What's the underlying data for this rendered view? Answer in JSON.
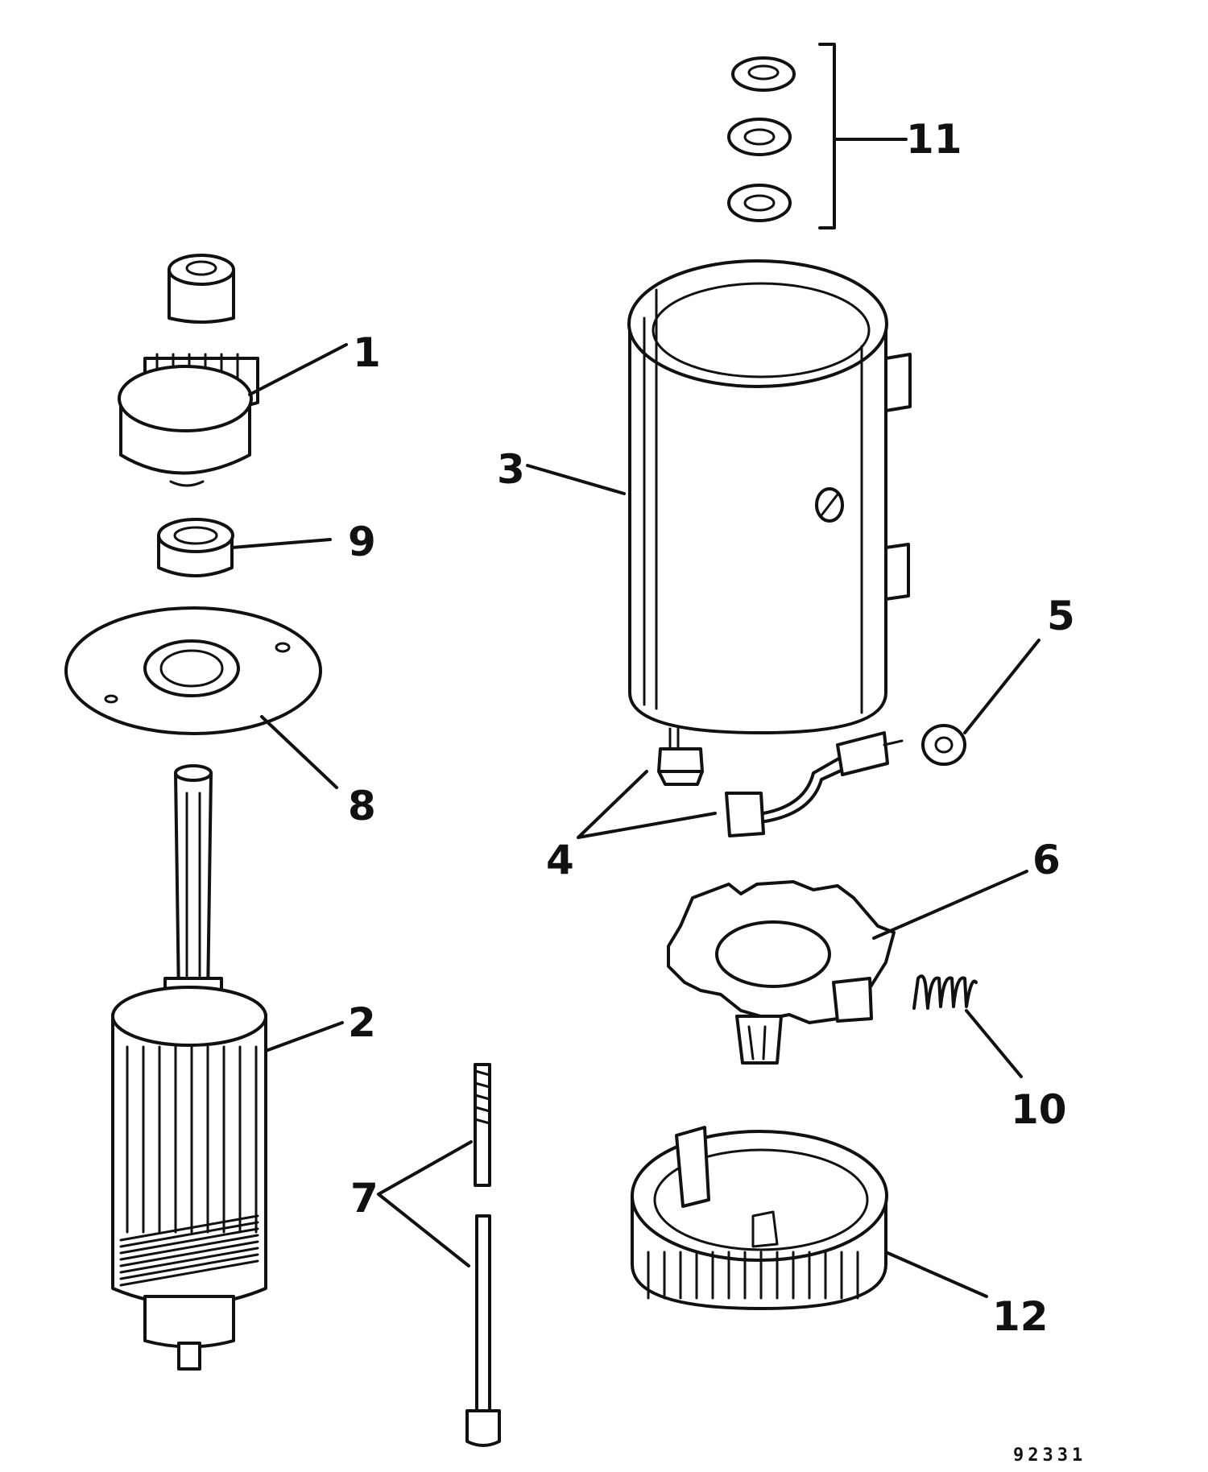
{
  "diagram": {
    "callouts": [
      {
        "id": "1",
        "text": "1"
      },
      {
        "id": "2",
        "text": "2"
      },
      {
        "id": "3",
        "text": "3"
      },
      {
        "id": "4",
        "text": "4"
      },
      {
        "id": "5",
        "text": "5"
      },
      {
        "id": "6",
        "text": "6"
      },
      {
        "id": "7",
        "text": "7"
      },
      {
        "id": "8",
        "text": "8"
      },
      {
        "id": "9",
        "text": "9"
      },
      {
        "id": "10",
        "text": "10"
      },
      {
        "id": "11",
        "text": "11"
      },
      {
        "id": "12",
        "text": "12"
      }
    ],
    "figure_number": "92331"
  }
}
